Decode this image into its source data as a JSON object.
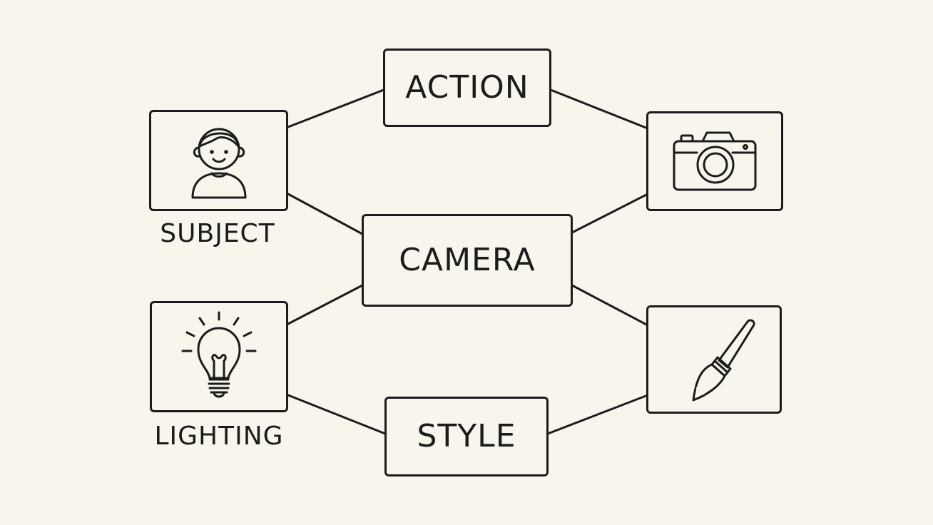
{
  "diagram": {
    "center": {
      "label": "CAMERA"
    },
    "top": {
      "label": "ACTION"
    },
    "bottom": {
      "label": "STYLE"
    },
    "subject": {
      "caption": "SUBJECT",
      "icon": "person-icon"
    },
    "lighting": {
      "caption": "LIGHTING",
      "icon": "lightbulb-icon"
    },
    "camera_card": {
      "icon": "camera-icon"
    },
    "style_card": {
      "icon": "paintbrush-icon"
    }
  },
  "colors": {
    "background": "#f8f5ec",
    "ink": "#1c1c1c"
  }
}
